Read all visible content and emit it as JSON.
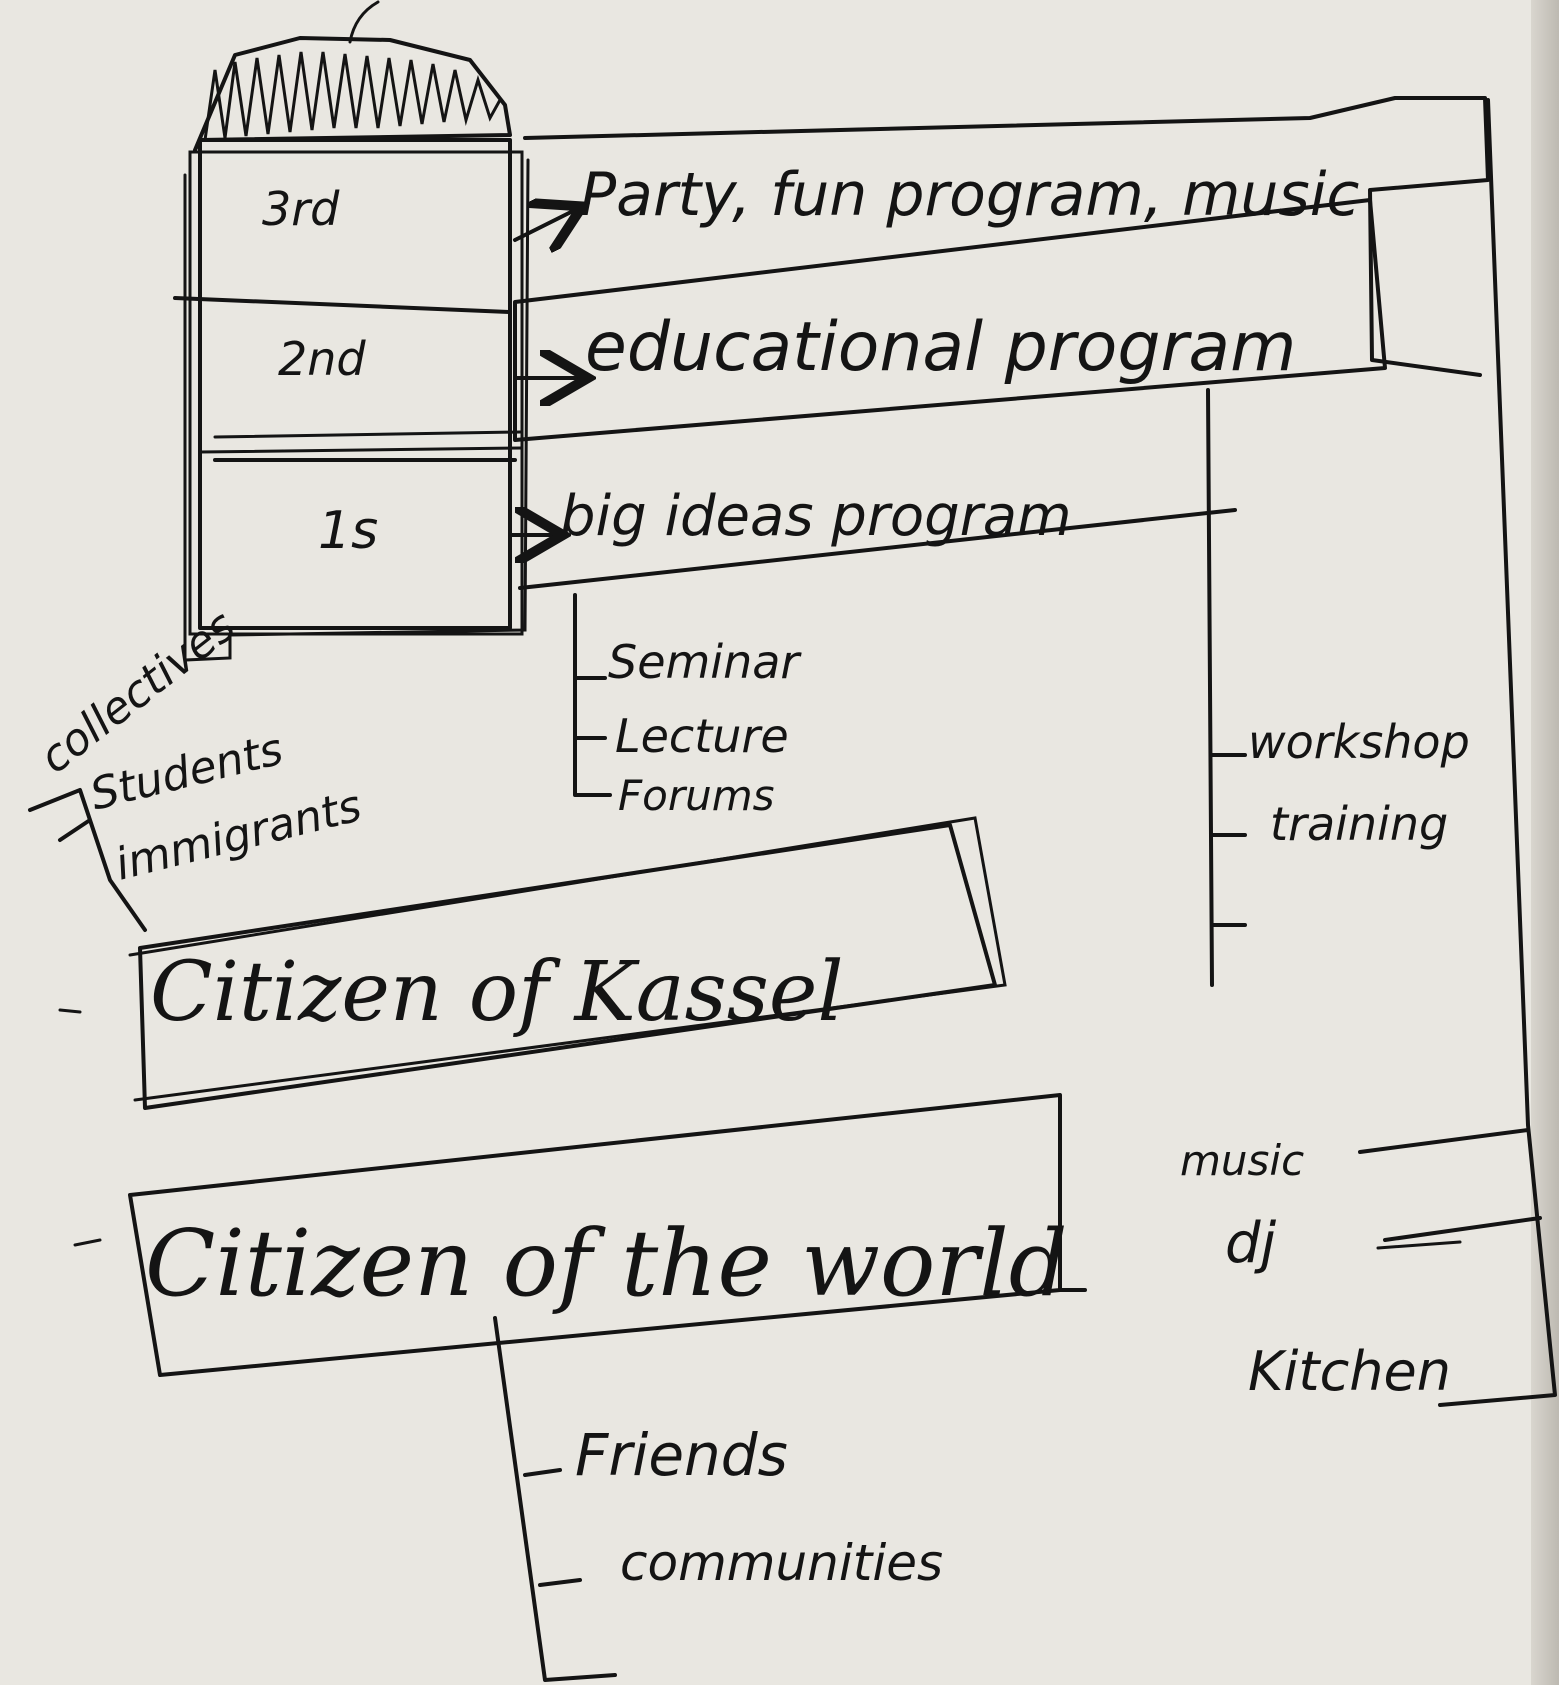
{
  "floors": [
    {
      "label": "3rd",
      "program": "Party, fun program, music"
    },
    {
      "label": "2nd",
      "program": "educational program"
    },
    {
      "label": "1s",
      "program": "big ideas program"
    }
  ],
  "big_ideas_items": [
    "Seminar",
    "Lecture",
    "Forums"
  ],
  "educational_items": [
    "workshop",
    "training"
  ],
  "party_items": [
    "music",
    "dj",
    "Kitchen"
  ],
  "kassel": {
    "label": "Citizen of Kassel",
    "groups": [
      "collectives",
      "Students",
      "immigrants"
    ]
  },
  "world": {
    "label": "Citizen of the world",
    "groups": [
      "Friends",
      "communities"
    ]
  }
}
